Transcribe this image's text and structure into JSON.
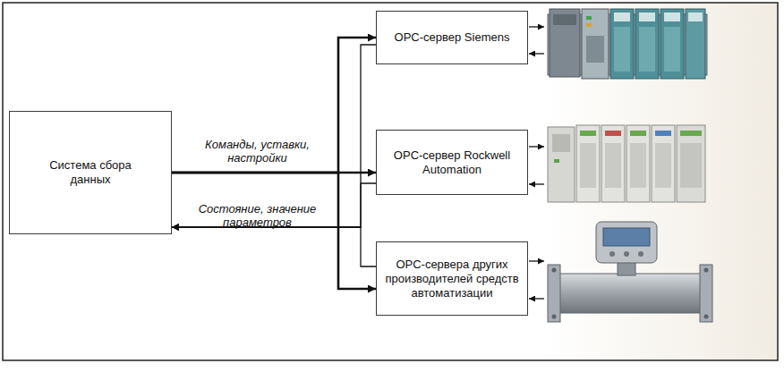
{
  "diagram": {
    "nodes": [
      {
        "text": [
          "Система сбора данных"
        ]
      },
      {
        "text": [
          "OPC-сервер Siemens"
        ]
      },
      {
        "text": [
          "OPC-сервер Rockwell Automation"
        ]
      },
      {
        "text": [
          "OPC-сервера других производителей средств автоматизации"
        ]
      }
    ],
    "edges": [
      {
        "from": 0,
        "to": 1,
        "arrow": "to"
      },
      {
        "from": 0,
        "to": 2,
        "label": "Команды, уставки, настройки",
        "arrow": "to"
      },
      {
        "from": 0,
        "to": 3,
        "arrow": "to"
      },
      {
        "from": 1,
        "to": 0,
        "arrow": "to"
      },
      {
        "from": 2,
        "to": 0,
        "label": "Состояние, значение параметров",
        "arrow": "to"
      },
      {
        "from": 3,
        "to": 0,
        "arrow": "to"
      }
    ]
  }
}
